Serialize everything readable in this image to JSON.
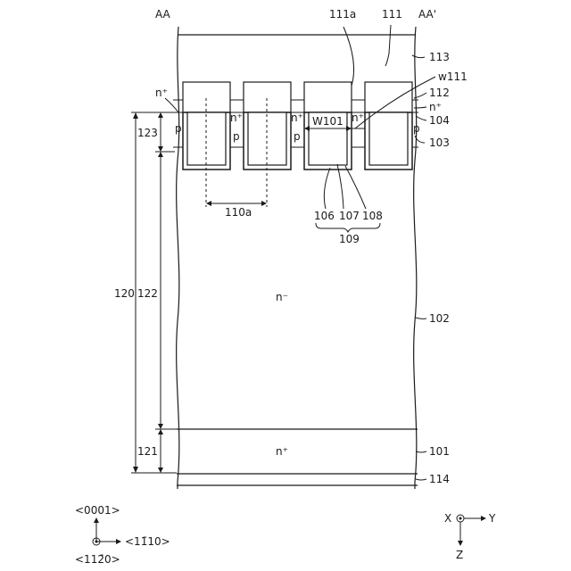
{
  "cross_section": {
    "left_label": "AA",
    "right_label": "AA'"
  },
  "labels": {
    "ref_111a": "111a",
    "ref_111": "111",
    "ref_113": "113",
    "ref_w111": "w111",
    "ref_112": "112",
    "n_plus_right": "n⁺",
    "ref_104": "104",
    "ref_103": "103",
    "n_plus_left": "n⁺",
    "ref_123": "123",
    "p_regions": [
      "p",
      "p",
      "p",
      "p"
    ],
    "n_plus_sources": [
      "n⁺",
      "n⁺",
      "n⁺"
    ],
    "width_w101": "W101",
    "pitch_110a": "110a",
    "ref_106": "106",
    "ref_107": "107",
    "ref_108": "108",
    "ref_109": "109",
    "ref_120": "120",
    "ref_122": "122",
    "n_minus": "n⁻",
    "ref_102": "102",
    "ref_121": "121",
    "n_plus_substrate": "n⁺",
    "ref_101": "101",
    "ref_114": "114"
  },
  "axes_left": {
    "up": "<0001>",
    "right": "<11̄10>",
    "down": "<112̄0>"
  },
  "axes_right": {
    "x": "X",
    "y": "Y",
    "z": "Z"
  }
}
